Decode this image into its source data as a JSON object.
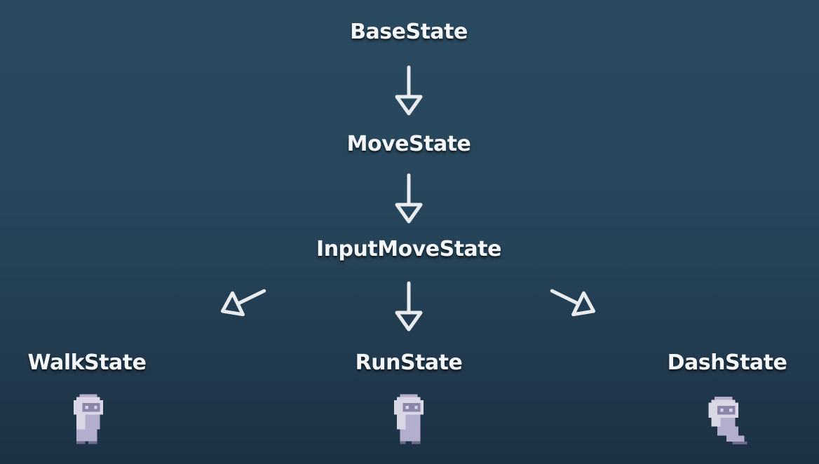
{
  "diagram": {
    "nodes": {
      "base": "BaseState",
      "move": "MoveState",
      "input": "InputMoveState",
      "walk": "WalkState",
      "run": "RunState",
      "dash": "DashState"
    },
    "edges": [
      {
        "from": "BaseState",
        "to": "MoveState"
      },
      {
        "from": "MoveState",
        "to": "InputMoveState"
      },
      {
        "from": "InputMoveState",
        "to": "WalkState"
      },
      {
        "from": "InputMoveState",
        "to": "RunState"
      },
      {
        "from": "InputMoveState",
        "to": "DashState"
      }
    ]
  },
  "sprites": {
    "walk": "ghost-sprite-icon",
    "run": "ghost-sprite-icon",
    "dash": "ghost-sprite-icon"
  },
  "colors": {
    "background": "#27465b",
    "text": "#f4f7fa",
    "arrow": "#e8ecef",
    "sprite_light": "#d9d6e6",
    "sprite_mid": "#b2aecb",
    "sprite_dark": "#6f6b8c"
  }
}
